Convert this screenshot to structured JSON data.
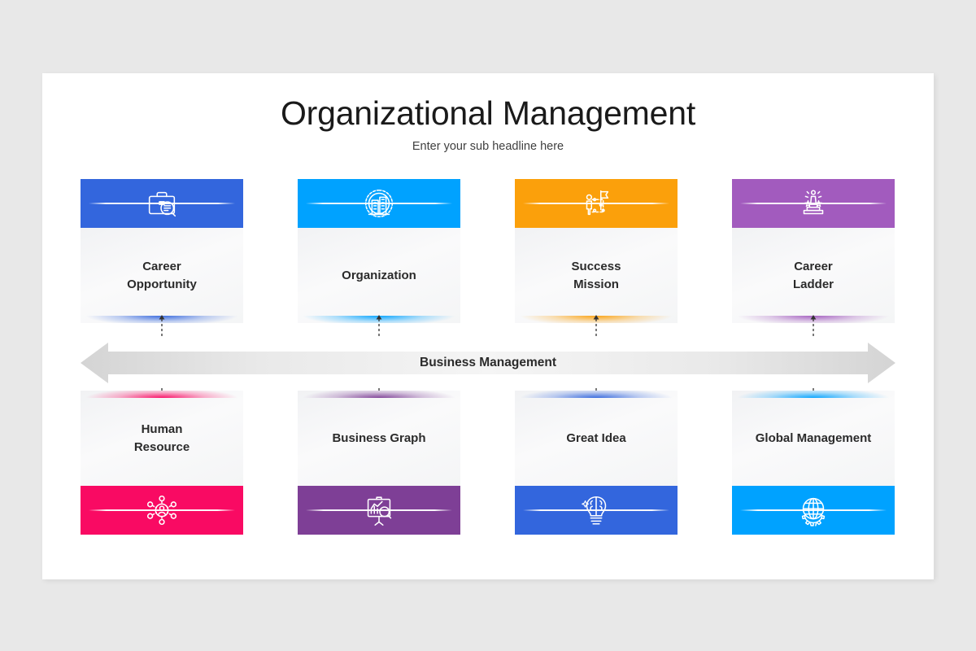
{
  "slide": {
    "title": "Organizational Management",
    "subtitle": "Enter your sub headline here",
    "background": "#e8e8e8",
    "canvas_color": "#ffffff"
  },
  "center_arrow": {
    "label": "Business Management",
    "direction": "double",
    "fill_start": "#d6d6d6",
    "fill_mid": "#f3f3f3",
    "fill_end": "#d6d6d6"
  },
  "top_row": [
    {
      "label": "Career\nOpportunity",
      "color": "#3366dd",
      "icon": "briefcase-search-icon"
    },
    {
      "label": "Organization",
      "color": "#00a2ff",
      "icon": "gear-building-icon"
    },
    {
      "label": "Success\nMission",
      "color": "#fba00b",
      "icon": "person-flag-path-icon"
    },
    {
      "label": "Career\nLadder",
      "color": "#a25bbe",
      "icon": "trophy-podium-icon"
    }
  ],
  "bottom_row": [
    {
      "label": "Human\nResource",
      "color": "#f90a63",
      "icon": "people-network-icon"
    },
    {
      "label": "Business Graph",
      "color": "#7e3f96",
      "icon": "chart-board-search-icon"
    },
    {
      "label": "Great Idea",
      "color": "#3366dd",
      "icon": "brain-bulb-icon"
    },
    {
      "label": "Global Management",
      "color": "#00a2ff",
      "icon": "globe-gear-icon"
    }
  ]
}
